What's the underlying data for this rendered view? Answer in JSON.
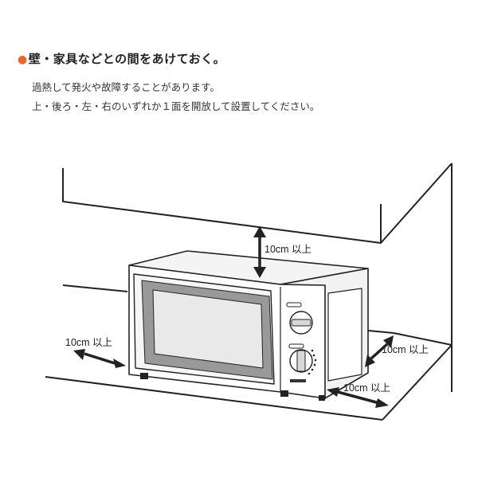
{
  "header": {
    "bullet_color": "#e8662a",
    "title": "壁・家具などとの間をあけておく。"
  },
  "body_text": {
    "line1": "過熱して発火や故障することがあります。",
    "line2": "上・後ろ・左・右のいずれか１面を開放して設置してください。"
  },
  "illustration": {
    "labels": {
      "top": "10cm 以上",
      "left": "10cm 以上",
      "right": "10cm 以上",
      "front_right": "10cm 以上"
    }
  }
}
